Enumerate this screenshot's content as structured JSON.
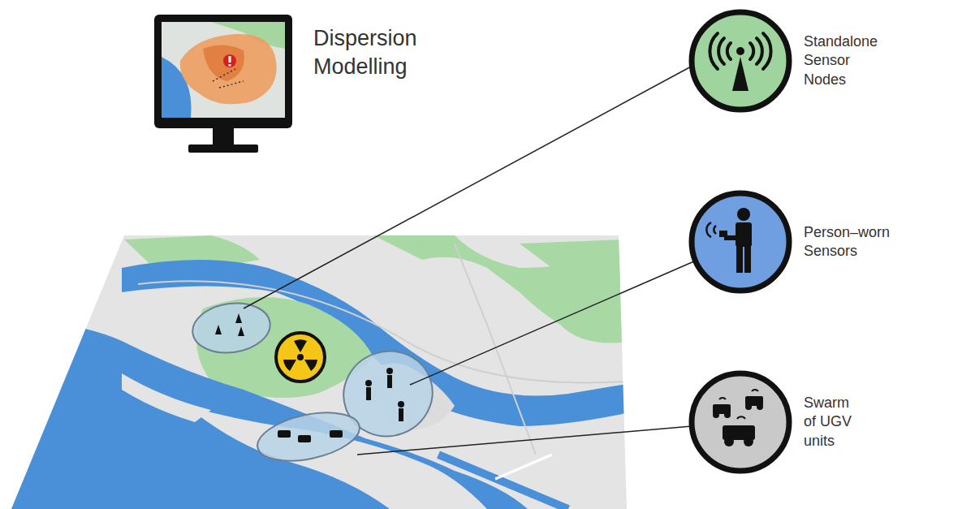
{
  "diagram": {
    "nodes": [
      {
        "text": [
          "Standalone Sensor Nodes"
        ]
      },
      {
        "text": [
          "Person–worn Sensors"
        ]
      },
      {
        "text": [
          "Swarm of UGV units"
        ]
      }
    ],
    "labels": [
      "Dispersion Modelling"
    ]
  }
}
